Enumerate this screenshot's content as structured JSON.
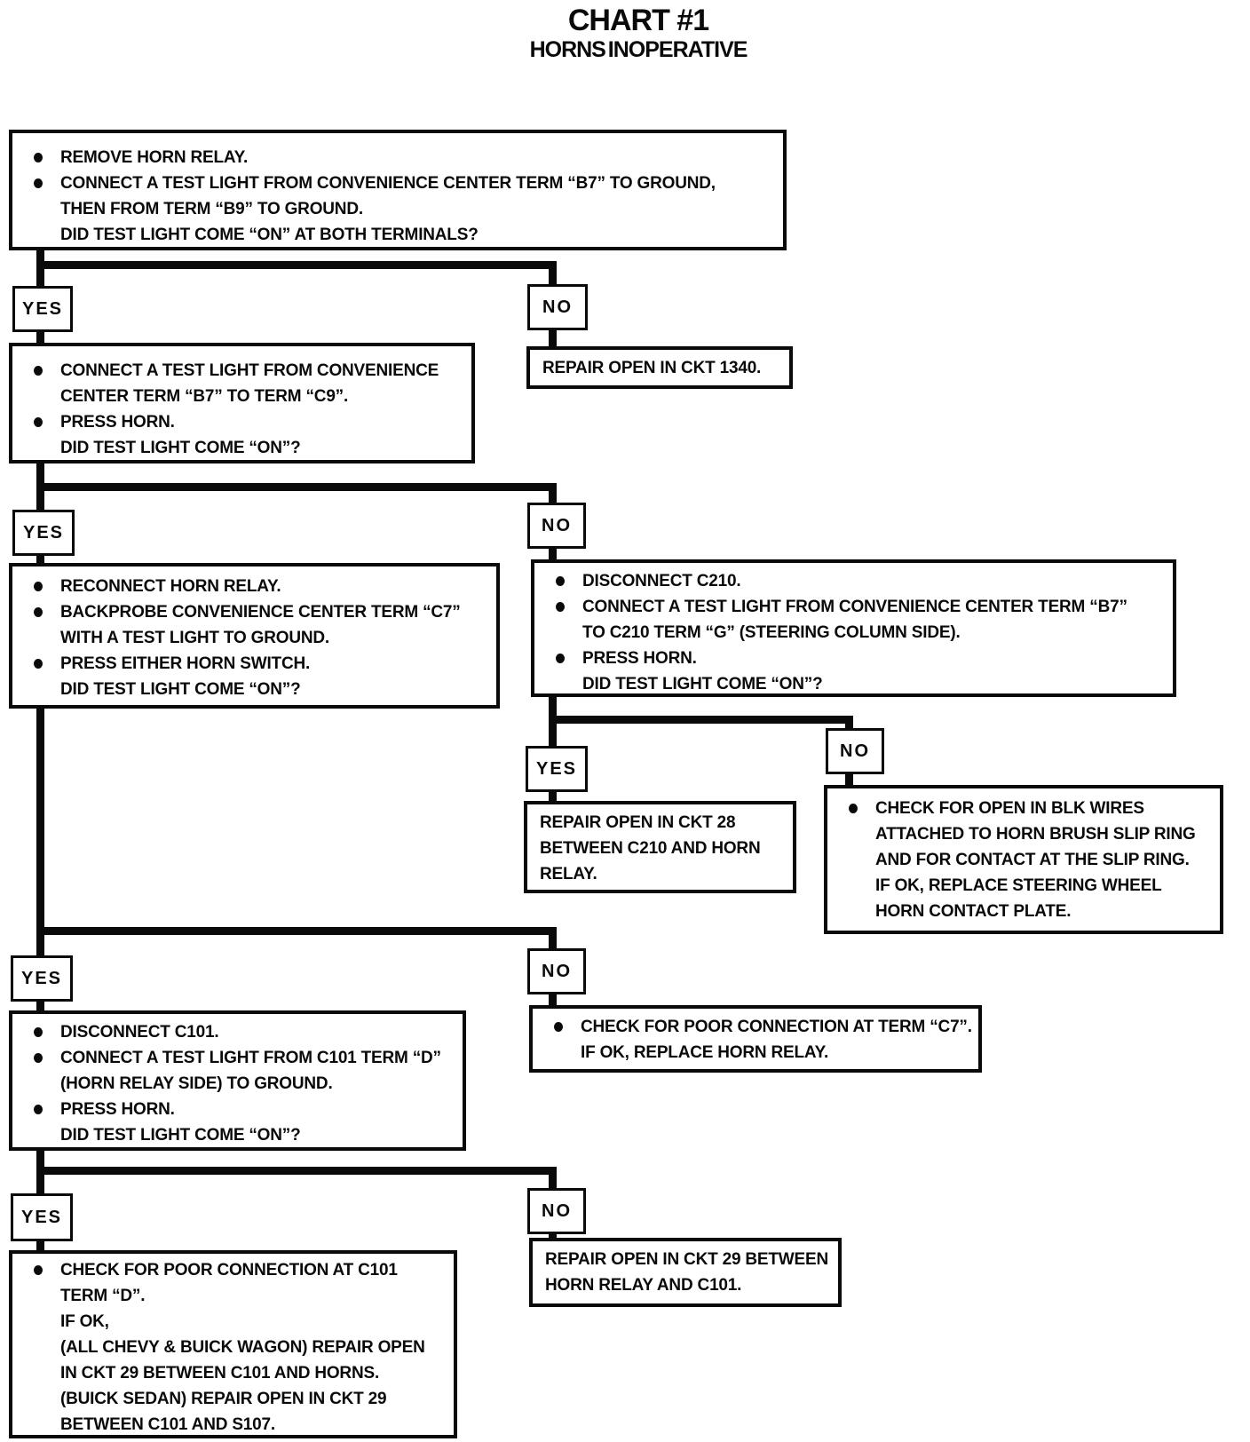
{
  "title": "CHART #1",
  "subtitle": "HORNS INOPERATIVE",
  "labels": {
    "yes": "YES",
    "no": "NO"
  },
  "colors": {
    "ink": "#0a0a0a",
    "paper": "#ffffff"
  },
  "nodes": {
    "q1": {
      "lines": [
        {
          "bullet": true,
          "text": "REMOVE HORN RELAY."
        },
        {
          "bullet": true,
          "text": "CONNECT A TEST LIGHT FROM CONVENIENCE CENTER TERM “B7” TO GROUND,"
        },
        {
          "bullet": false,
          "text": "THEN FROM TERM “B9” TO GROUND."
        },
        {
          "bullet": false,
          "text": "DID TEST LIGHT COME “ON” AT BOTH TERMINALS?"
        }
      ]
    },
    "repair_ckt_1340": {
      "lines": [
        {
          "bullet": false,
          "text": "REPAIR OPEN IN CKT 1340."
        }
      ]
    },
    "q2": {
      "lines": [
        {
          "bullet": true,
          "text": "CONNECT A TEST LIGHT FROM CONVENIENCE"
        },
        {
          "bullet": false,
          "text": "CENTER TERM “B7” TO TERM “C9”."
        },
        {
          "bullet": true,
          "text": "PRESS HORN."
        },
        {
          "bullet": false,
          "text": "DID TEST LIGHT COME “ON”?"
        }
      ]
    },
    "q3": {
      "lines": [
        {
          "bullet": true,
          "text": "RECONNECT HORN RELAY."
        },
        {
          "bullet": true,
          "text": "BACKPROBE CONVENIENCE CENTER TERM “C7”"
        },
        {
          "bullet": false,
          "text": "WITH A TEST LIGHT TO GROUND."
        },
        {
          "bullet": true,
          "text": "PRESS EITHER HORN SWITCH."
        },
        {
          "bullet": false,
          "text": "DID TEST LIGHT COME “ON”?"
        }
      ]
    },
    "q4": {
      "lines": [
        {
          "bullet": true,
          "text": "DISCONNECT C210."
        },
        {
          "bullet": true,
          "text": "CONNECT A TEST LIGHT FROM CONVENIENCE CENTER TERM “B7”"
        },
        {
          "bullet": false,
          "text": "TO C210 TERM “G” (STEERING COLUMN SIDE)."
        },
        {
          "bullet": true,
          "text": "PRESS HORN."
        },
        {
          "bullet": false,
          "text": "DID TEST LIGHT COME “ON”?"
        }
      ]
    },
    "repair_ckt_28": {
      "lines": [
        {
          "bullet": false,
          "text": "REPAIR OPEN IN CKT 28"
        },
        {
          "bullet": false,
          "text": "BETWEEN C210 AND HORN"
        },
        {
          "bullet": false,
          "text": "RELAY."
        }
      ]
    },
    "check_blk_wires": {
      "lines": [
        {
          "bullet": true,
          "text": "CHECK FOR OPEN IN BLK WIRES"
        },
        {
          "bullet": false,
          "text": "ATTACHED TO HORN BRUSH SLIP RING"
        },
        {
          "bullet": false,
          "text": "AND FOR CONTACT AT THE SLIP RING."
        },
        {
          "bullet": false,
          "text": "IF OK, REPLACE STEERING WHEEL"
        },
        {
          "bullet": false,
          "text": "HORN CONTACT PLATE."
        }
      ]
    },
    "check_term_c7": {
      "lines": [
        {
          "bullet": true,
          "text": "CHECK FOR POOR CONNECTION AT TERM “C7”."
        },
        {
          "bullet": false,
          "text": "IF OK, REPLACE HORN RELAY."
        }
      ]
    },
    "q5": {
      "lines": [
        {
          "bullet": true,
          "text": "DISCONNECT C101."
        },
        {
          "bullet": true,
          "text": "CONNECT A TEST LIGHT FROM C101 TERM “D”"
        },
        {
          "bullet": false,
          "text": "(HORN RELAY SIDE) TO GROUND."
        },
        {
          "bullet": true,
          "text": "PRESS HORN."
        },
        {
          "bullet": false,
          "text": "DID TEST LIGHT COME “ON”?"
        }
      ]
    },
    "check_c101_term_d": {
      "lines": [
        {
          "bullet": true,
          "text": "CHECK FOR POOR CONNECTION AT C101"
        },
        {
          "bullet": false,
          "text": "TERM “D”."
        },
        {
          "bullet": false,
          "text": "IF OK,"
        },
        {
          "bullet": false,
          "text": "(ALL CHEVY & BUICK WAGON) REPAIR OPEN"
        },
        {
          "bullet": false,
          "text": "IN CKT 29 BETWEEN C101 AND HORNS."
        },
        {
          "bullet": false,
          "text": "(BUICK SEDAN) REPAIR OPEN IN CKT 29"
        },
        {
          "bullet": false,
          "text": "BETWEEN C101 AND S107."
        }
      ]
    },
    "repair_ckt_29": {
      "lines": [
        {
          "bullet": false,
          "text": "REPAIR OPEN IN CKT 29 BETWEEN"
        },
        {
          "bullet": false,
          "text": "HORN RELAY AND C101."
        }
      ]
    }
  }
}
